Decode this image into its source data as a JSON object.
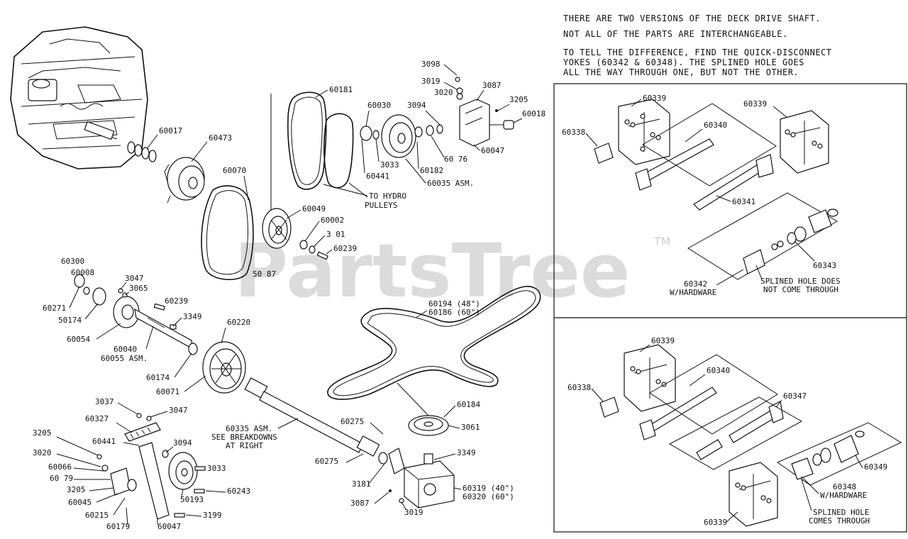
{
  "watermark": {
    "text": "PartsTree",
    "tm": "TM"
  },
  "notes": [
    "THERE ARE TWO VERSIONS OF THE DECK DRIVE SHAFT.",
    "NOT ALL OF THE PARTS ARE INTERCHANGEABLE.",
    "TO TELL THE DIFFERENCE, FIND THE QUICK-DISCONNECT",
    "YOKES (60342 & 60348). THE SPLINED HOLE GOES",
    "ALL THE WAY THROUGH ONE, BUT NOT THE OTHER."
  ],
  "labels": {
    "p60017": "60017",
    "p60473": "60473",
    "p60181": "60181",
    "p60030": "60030",
    "p3094a": "3094",
    "p3098": "3098",
    "p3019a": "3019",
    "p3020a": "3020",
    "p3087a": "3087",
    "p3205a": "3205",
    "p60018": "60018",
    "p60047a": "60047",
    "p6076": "60 76",
    "p60182": "60182",
    "p3033a": "3033",
    "p60441a": "60441",
    "p60035": "60035 ASM.",
    "p60070": "60070",
    "p_hydro1": "TO HYDRO",
    "p_hydro2": "PULLEYS",
    "p60049": "60049",
    "p60002": "60002",
    "p3101": "3 01",
    "p60239a": "60239",
    "p50187": "50 87",
    "p60300": "60300",
    "p60008": "60008",
    "p3047a": "3047",
    "p3065": "3065",
    "p60271": "60271",
    "p50174": "50174",
    "p60239b": "60239",
    "p3349a": "3349",
    "p60054": "60054",
    "p60040": "60040",
    "p60055": "60055 ASM.",
    "p60174": "60174",
    "p60071": "60071",
    "p60220": "60220",
    "p60194": "60194 (48\")",
    "p60186": "60186 (60\")",
    "p60184": "60184",
    "p3061": "3061",
    "p60275a": "60275",
    "p60275b": "60275",
    "p60335a": "60335 ASM.",
    "p60335b": "SEE BREAKDOWNS",
    "p60335c": "AT RIGHT",
    "p3349b": "3349",
    "p3181": "3181",
    "p60319": "60319 (40\")",
    "p60320": "60320 (60\")",
    "p3087b": "3087",
    "p3019b": "3019",
    "p3037": "3037",
    "p3047b": "3047",
    "p60327": "60327",
    "p60441b": "60441",
    "p3094b": "3094",
    "p3205b": "3205",
    "p3020b": "3020",
    "p60066": "60066",
    "p60079": "60 79",
    "p3205c": "3205",
    "p60045": "60045",
    "p60215": "60215",
    "p60179": "60179",
    "p60047b": "60047",
    "p3033b": "3033",
    "p50193": "50193",
    "p60243": "60243",
    "p3199": "3199",
    "r60339a": "60339",
    "r60338a": "60338",
    "r60340a": "60340",
    "r60339b": "60339",
    "r60341": "60341",
    "r60343": "60343",
    "r60342a": "60342",
    "r60342b": "W/HARDWARE",
    "r_spl1a": "SPLINED HOLE DOES",
    "r_spl1b": "NOT COME THROUGH",
    "r60339c": "60339",
    "r60338b": "60338",
    "r60340b": "60340",
    "r60347": "60347",
    "r60349": "60349",
    "r60348a": "60348",
    "r60348b": "W/HARDWARE",
    "r_spl2a": "SPLINED HOLE",
    "r_spl2b": "COMES THROUGH",
    "r60339d": "60339"
  }
}
